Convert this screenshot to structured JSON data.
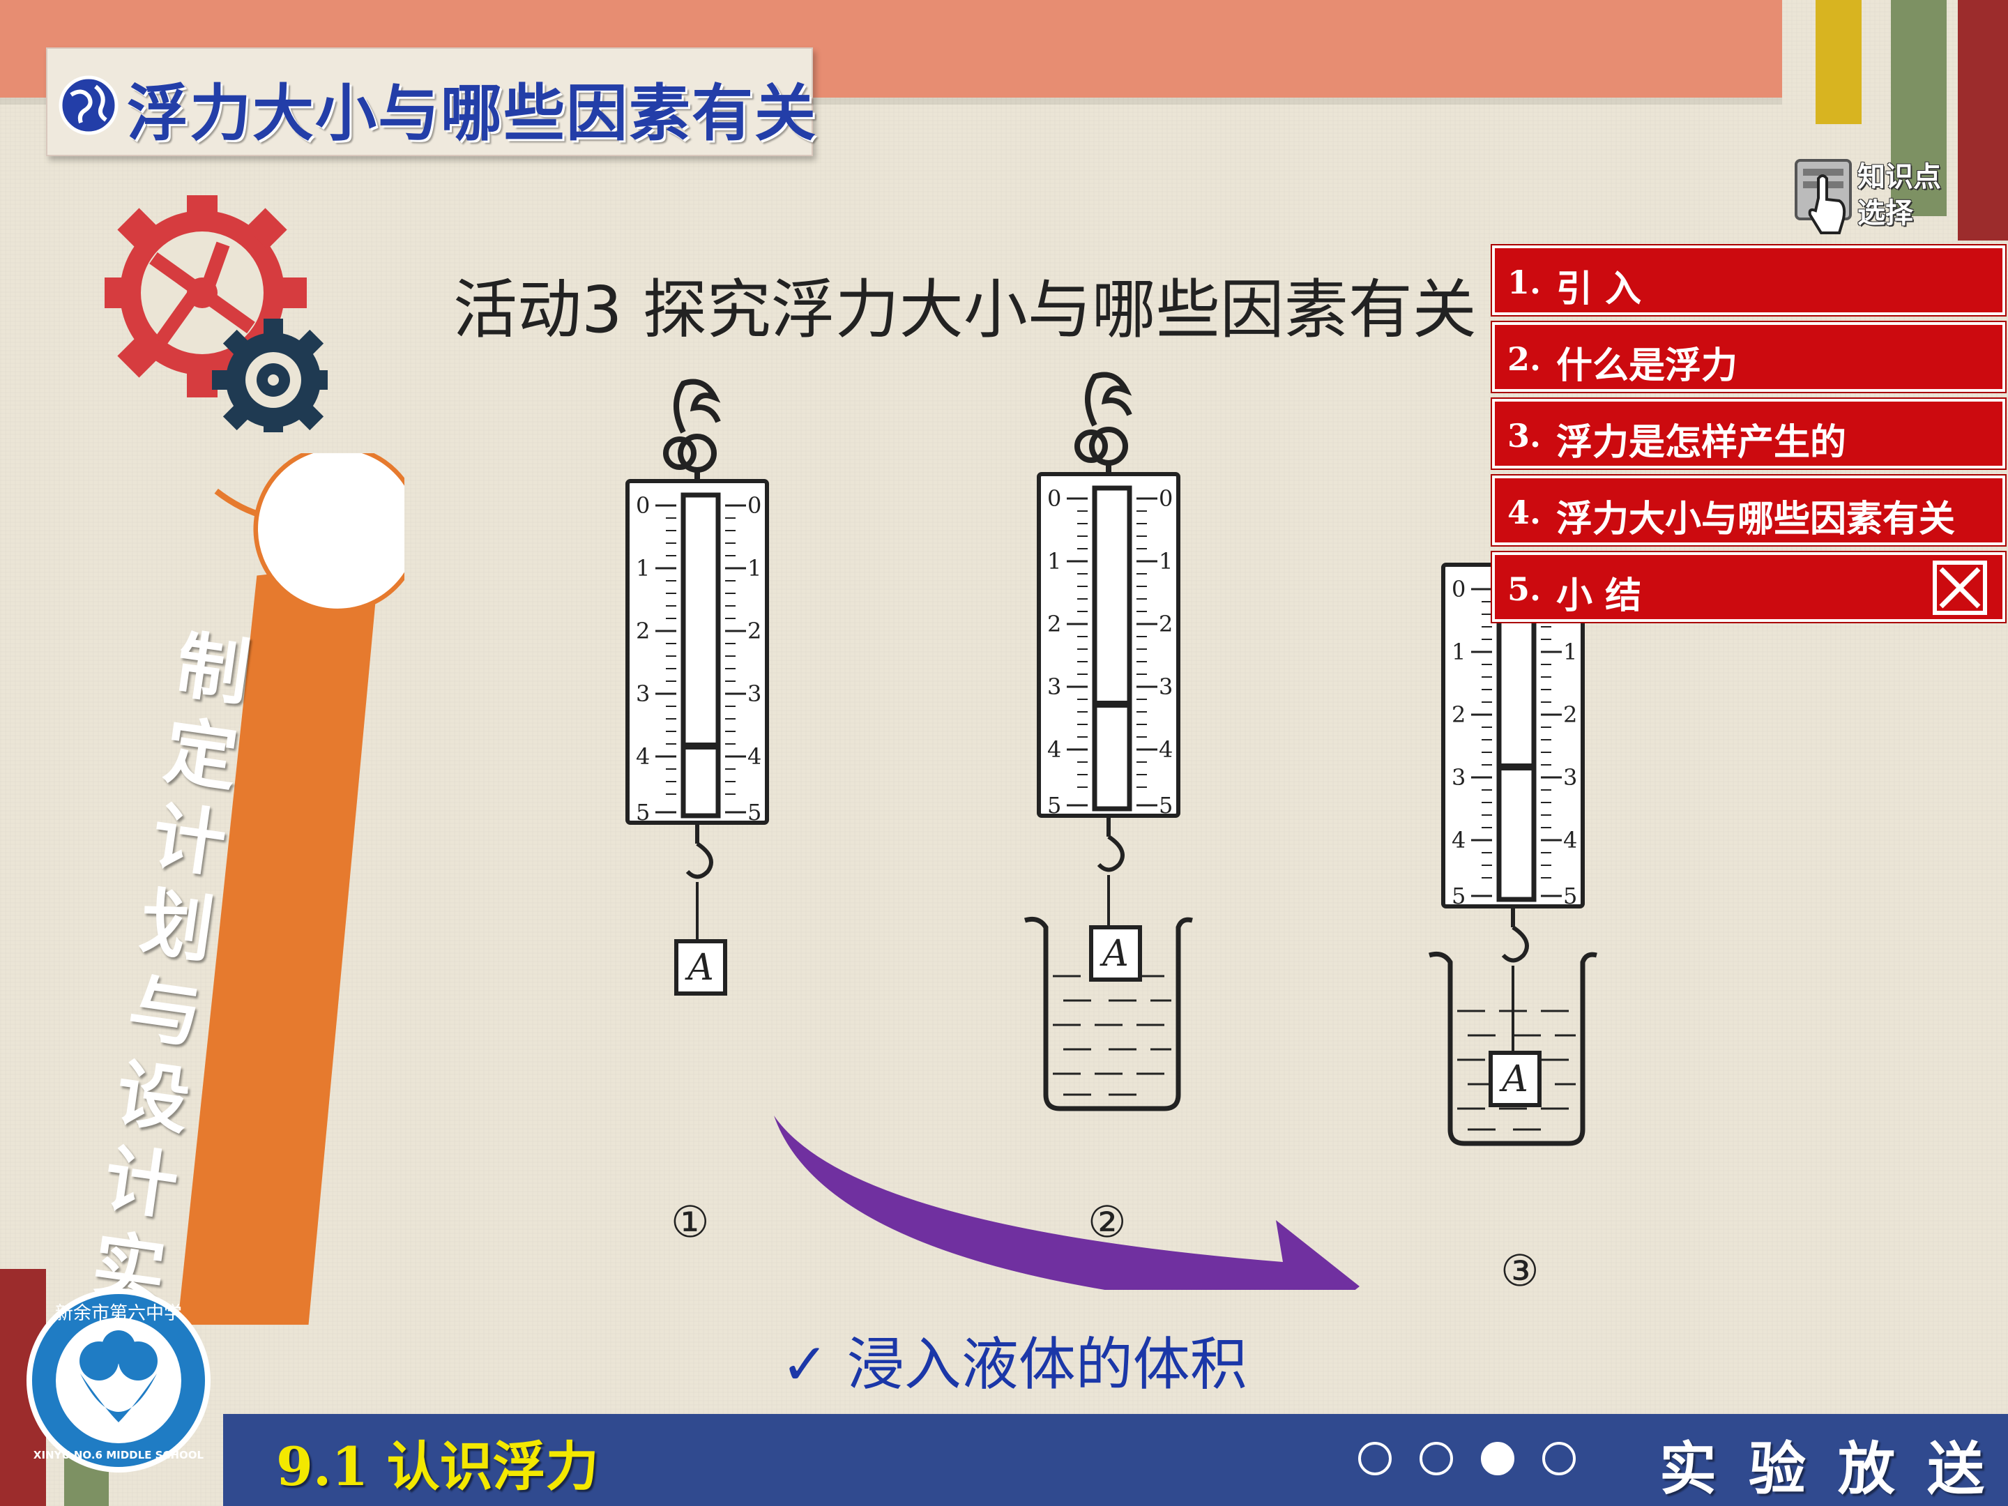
{
  "header": {
    "title": "浮力大小与哪些因素有关",
    "icon": "globe-icon"
  },
  "knowledge_selector": {
    "label_line1": "知识点",
    "label_line2": "选择",
    "icon": "hand-pointer-icon"
  },
  "activity_title": "活动3  探究浮力大小与哪些因素有关",
  "menu": {
    "items": [
      {
        "num": "1.",
        "label": "引  入"
      },
      {
        "num": "2.",
        "label": "什么是浮力"
      },
      {
        "num": "3.",
        "label": "浮力是怎样产生的"
      },
      {
        "num": "4.",
        "label": "浮力大小与哪些因素有关"
      },
      {
        "num": "5.",
        "label": "小  结"
      }
    ],
    "close_icon": "close-icon"
  },
  "side_label": "制定计划与设计实验",
  "school_logo": {
    "text_top": "新余市第六中学",
    "text_bottom": "XINYU NO.6 MIDDLE SCHOOL"
  },
  "figures": {
    "labels": [
      "①",
      "②",
      "③"
    ],
    "object_label": "A",
    "scale_ticks": [
      "0",
      "1",
      "2",
      "3",
      "4",
      "5"
    ]
  },
  "answer": "✓  浸入液体的体积",
  "footer": {
    "title": "9.1 认识浮力",
    "right_text": "实验放送",
    "pages": 4,
    "active_page": 3
  },
  "colors": {
    "top_band": "#e78d72",
    "menu_red": "#cc0a0f",
    "footer_blue": "#304a8f",
    "title_blue": "#233ea8",
    "ribbon_orange": "#e67a2e",
    "arrow_purple": "#7030a0"
  }
}
